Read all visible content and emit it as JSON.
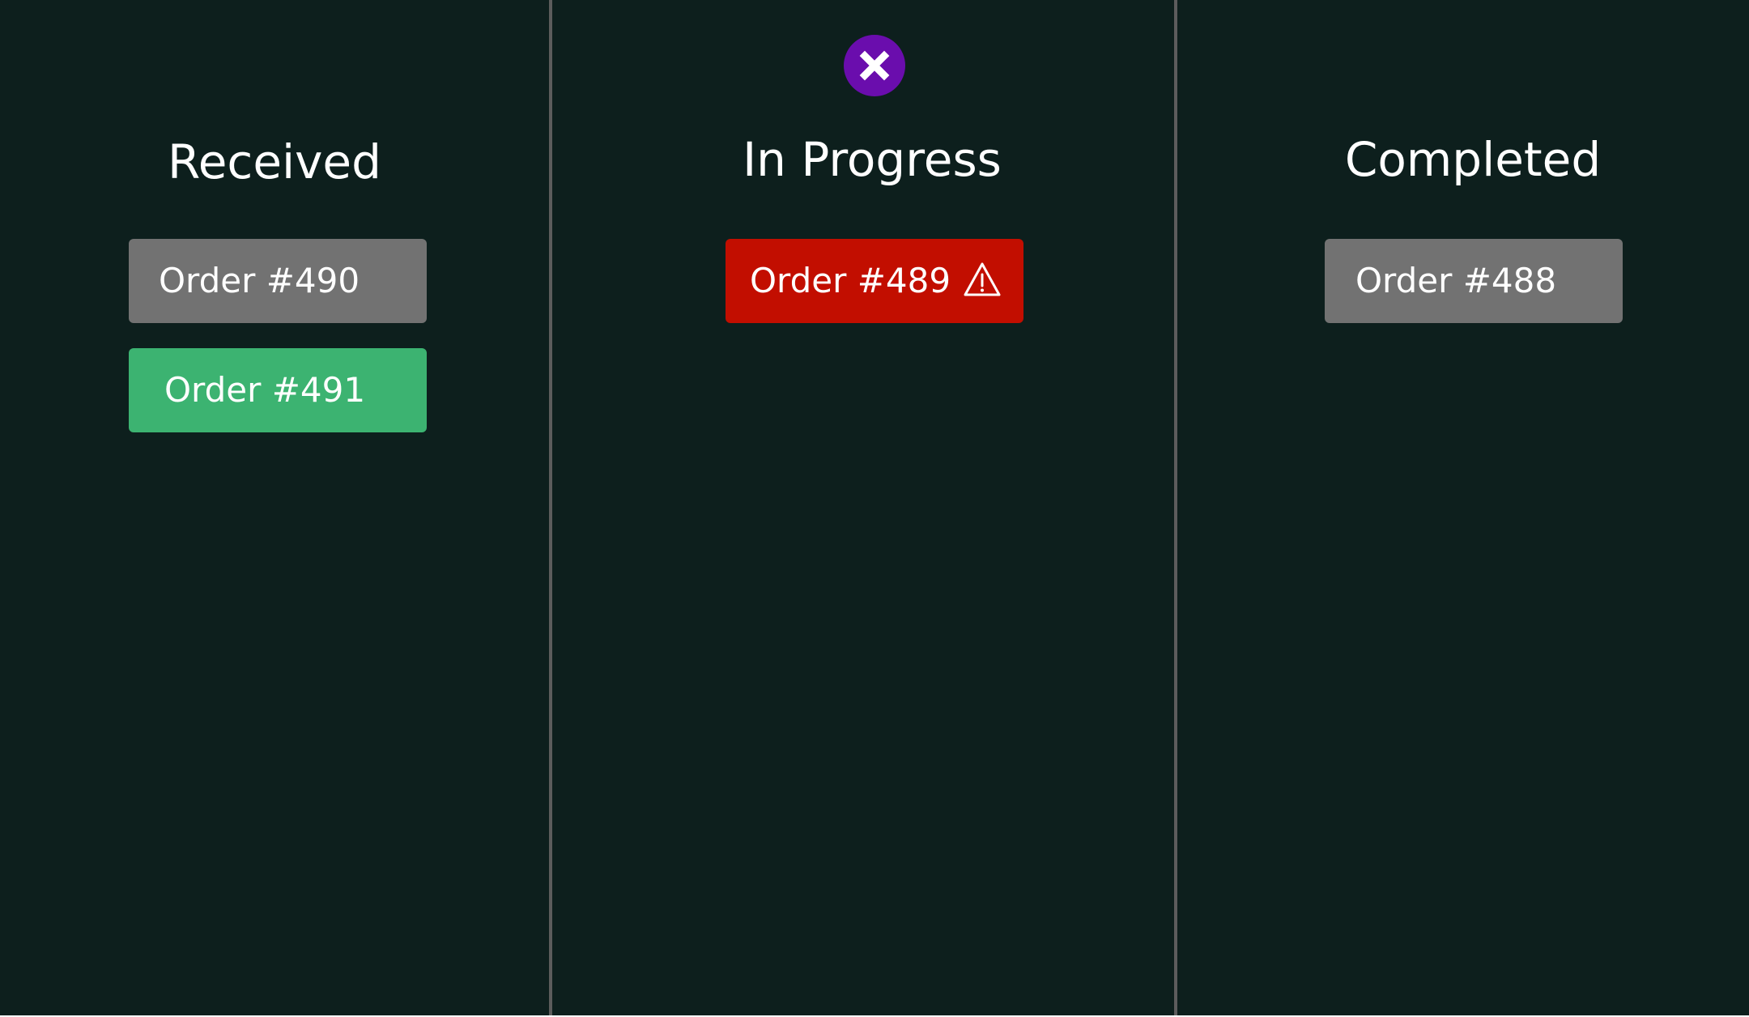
{
  "colors": {
    "background": "#0d1f1d",
    "divider": "#5c5c5c",
    "text": "#ffffff",
    "card_default": "#727272",
    "card_new": "#3cb371",
    "card_alert": "#c20e00",
    "close_button": "#6a0dad"
  },
  "close_button": {
    "icon": "close-icon"
  },
  "columns": [
    {
      "title": "Received",
      "orders": [
        {
          "label": "Order #490",
          "status": "default"
        },
        {
          "label": "Order #491",
          "status": "new"
        }
      ]
    },
    {
      "title": "In Progress",
      "orders": [
        {
          "label": "Order #489",
          "status": "alert",
          "icon": "warning-icon"
        }
      ]
    },
    {
      "title": "Completed",
      "orders": [
        {
          "label": "Order #488",
          "status": "default"
        }
      ]
    }
  ]
}
